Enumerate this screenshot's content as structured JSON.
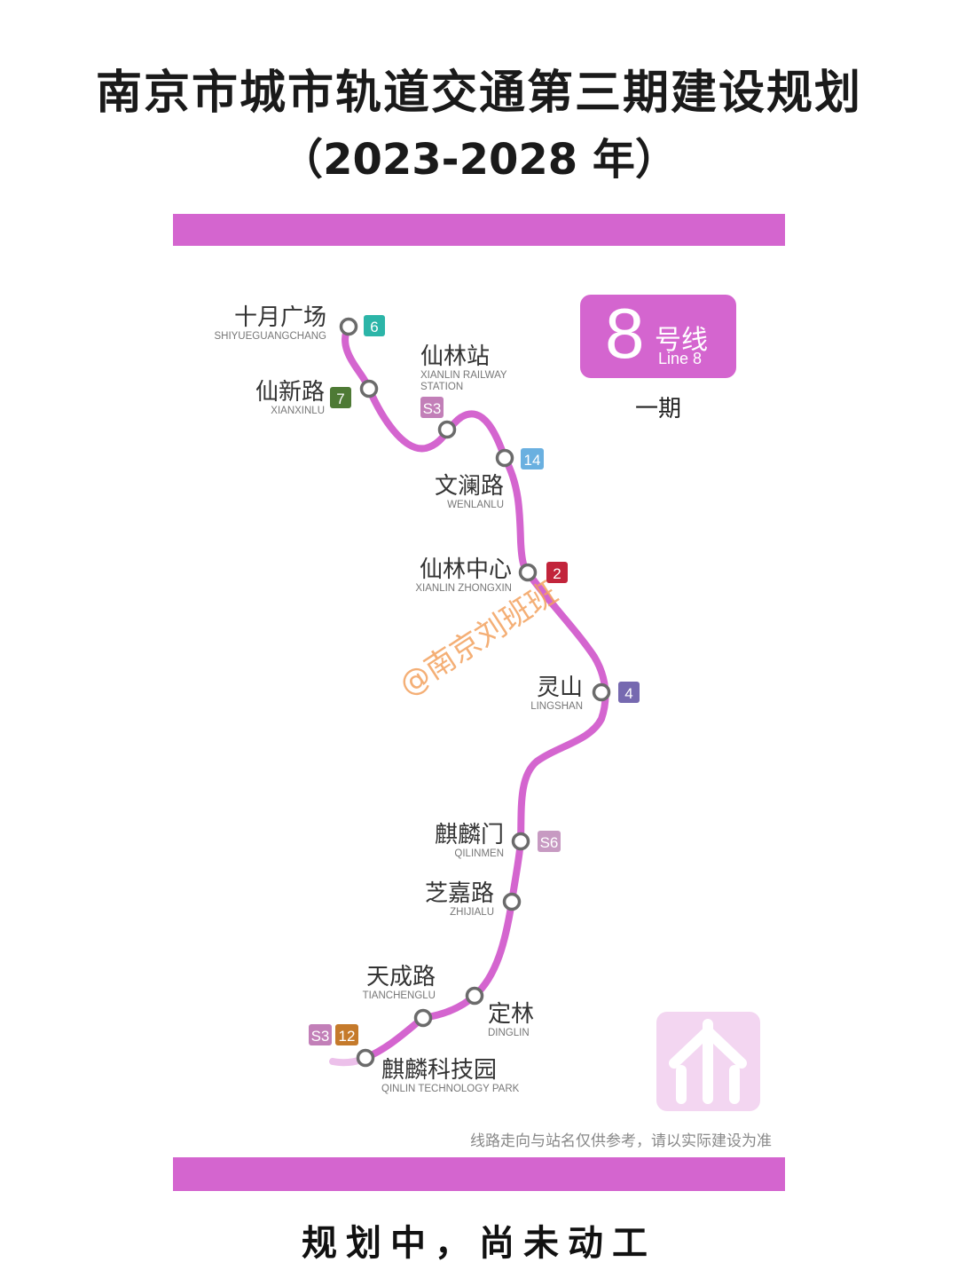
{
  "title": "南京市城市轨道交通第三期建设规划",
  "subtitle": "（2023-2028 年）",
  "line_badge": {
    "number": "8",
    "hao": "号线",
    "en": "Line 8"
  },
  "phase": "一期",
  "watermark": "@南京刘班班",
  "note": "线路走向与站名仅供参考，请以实际建设为准",
  "status": "规划中，尚未动工",
  "colors": {
    "line": "#d465cf",
    "band": "#d465cf"
  },
  "stations": [
    {
      "cn": "十月广场",
      "en": "SHIYUEGUANGCHANG",
      "transfers": [
        {
          "label": "6",
          "color": "#2cb5a8"
        }
      ]
    },
    {
      "cn": "仙新路",
      "en": "XIANXINLU",
      "transfers": [
        {
          "label": "7",
          "color": "#4e7a35"
        }
      ]
    },
    {
      "cn": "仙林站",
      "en": "XIANLIN RAILWAY STATION",
      "transfers": [
        {
          "label": "S3",
          "color": "#c27fb8"
        }
      ]
    },
    {
      "cn": "文澜路",
      "en": "WENLANLU",
      "transfers": [
        {
          "label": "14",
          "color": "#6ab0e0"
        }
      ]
    },
    {
      "cn": "仙林中心",
      "en": "XIANLIN ZHONGXIN",
      "transfers": [
        {
          "label": "2",
          "color": "#c2243b"
        }
      ]
    },
    {
      "cn": "灵山",
      "en": "LINGSHAN",
      "transfers": [
        {
          "label": "4",
          "color": "#7669b0"
        }
      ]
    },
    {
      "cn": "麒麟门",
      "en": "QILINMEN",
      "transfers": [
        {
          "label": "S6",
          "color": "#c79ac2"
        }
      ]
    },
    {
      "cn": "芝嘉路",
      "en": "ZHIJIALU",
      "transfers": []
    },
    {
      "cn": "天成路",
      "en": "TIANCHENGLU",
      "transfers": []
    },
    {
      "cn": "定林",
      "en": "DINGLIN",
      "transfers": []
    },
    {
      "cn": "麒麟科技园",
      "en": "QINLIN TECHNOLOGY PARK",
      "transfers": [
        {
          "label": "S3",
          "color": "#c27fb8"
        },
        {
          "label": "12",
          "color": "#c57a2b"
        }
      ]
    }
  ]
}
